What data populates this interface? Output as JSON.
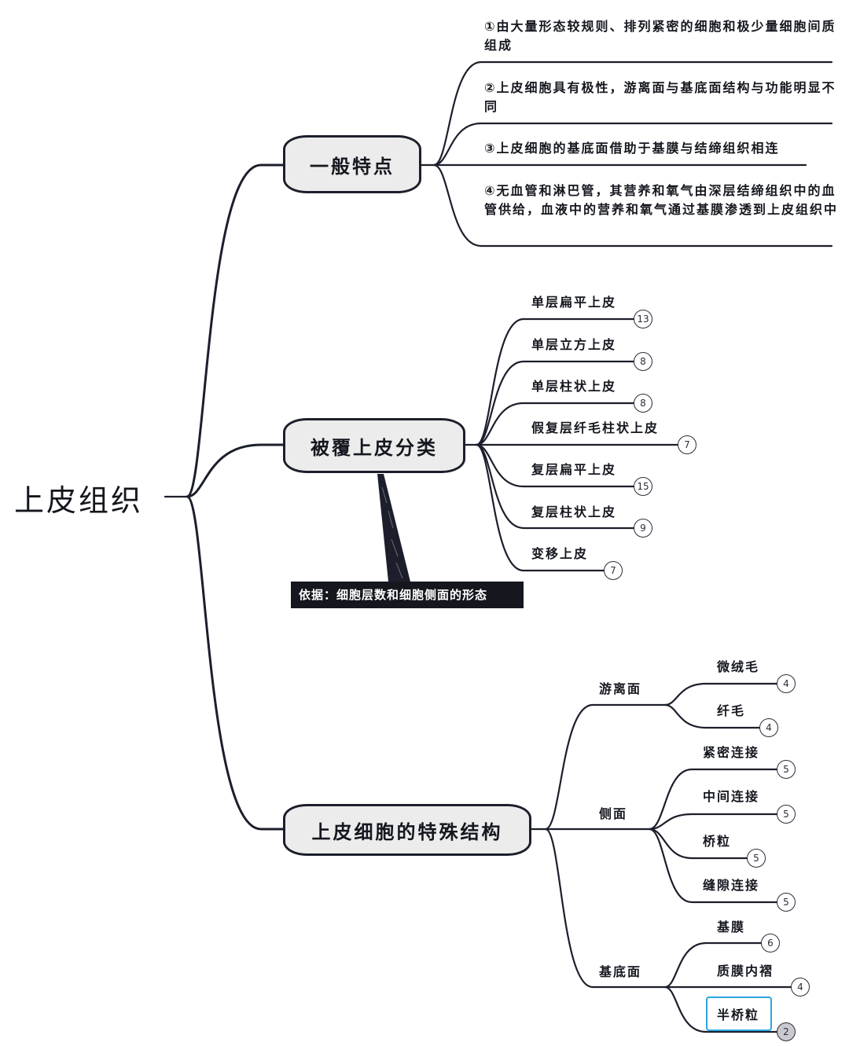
{
  "root": {
    "label": "上皮组织"
  },
  "branch1": {
    "label": "一般特点",
    "items": [
      "①由大量形态较规则、排列紧密的细胞和极少量细胞间质组成",
      "②上皮细胞具有极性，游离面与基底面结构与功能明显不同",
      "③上皮细胞的基底面借助于基膜与结缔组织相连",
      "④无血管和淋巴管，其营养和氧气由深层结缔组织中的血管供给，血液中的营养和氧气通过基膜渗透到上皮组织中"
    ]
  },
  "branch2": {
    "label": "被覆上皮分类",
    "note": "依据：细胞层数和细胞侧面的形态",
    "items": [
      {
        "label": "单层扁平上皮",
        "count": "13"
      },
      {
        "label": "单层立方上皮",
        "count": "8"
      },
      {
        "label": "单层柱状上皮",
        "count": "8"
      },
      {
        "label": "假复层纤毛柱状上皮",
        "count": "7"
      },
      {
        "label": "复层扁平上皮",
        "count": "15"
      },
      {
        "label": "复层柱状上皮",
        "count": "9"
      },
      {
        "label": "变移上皮",
        "count": "7"
      }
    ]
  },
  "branch3": {
    "label": "上皮细胞的特殊结构",
    "groups": [
      {
        "label": "游离面",
        "items": [
          {
            "label": "微绒毛",
            "count": "4"
          },
          {
            "label": "纤毛",
            "count": "4"
          }
        ]
      },
      {
        "label": "侧面",
        "items": [
          {
            "label": "紧密连接",
            "count": "5"
          },
          {
            "label": "中间连接",
            "count": "5"
          },
          {
            "label": "桥粒",
            "count": "5"
          },
          {
            "label": "缝隙连接",
            "count": "5"
          }
        ]
      },
      {
        "label": "基底面",
        "items": [
          {
            "label": "基膜",
            "count": "6"
          },
          {
            "label": "质膜内褶",
            "count": "4"
          },
          {
            "label": "半桥粒",
            "count": "2"
          }
        ]
      }
    ]
  },
  "colors": {
    "ink": "#15171f",
    "box_fill": "#ececec",
    "highlight": "#2ba6e0",
    "selected_badge": "#c9c9cf"
  }
}
